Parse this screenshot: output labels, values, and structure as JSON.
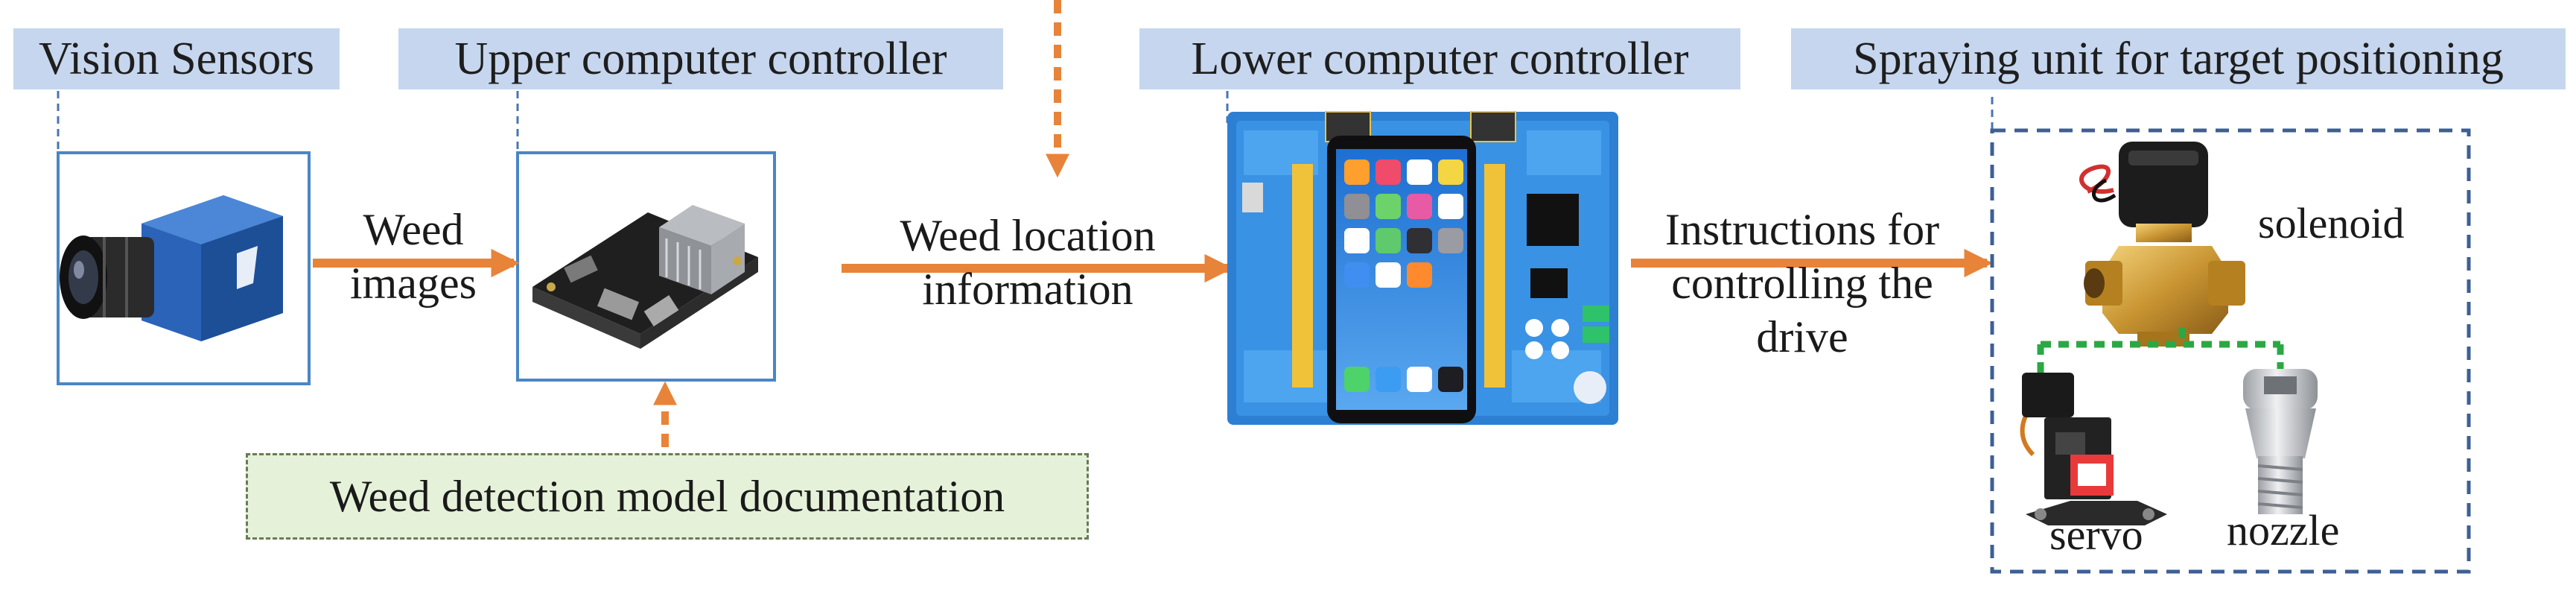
{
  "labels": {
    "vision_sensors": "Vision Sensors",
    "upper_controller": "Upper computer controller",
    "lower_controller": "Lower computer controller",
    "spraying_unit": "Spraying unit for target positioning"
  },
  "flows": {
    "weed_images": [
      "Weed",
      "images"
    ],
    "weed_location": [
      "Weed location",
      "information"
    ],
    "instructions": [
      "Instructions for",
      "controlling the",
      "drive"
    ]
  },
  "documentation": "Weed detection model documentation",
  "components": {
    "solenoid": "solenoid",
    "servo": "servo",
    "nozzle": "nozzle"
  },
  "colors": {
    "label_fill": "#c6d6ee",
    "box_border": "#4a86c5",
    "arrow": "#e8833a",
    "unit_border": "#3d5f95",
    "green_dash": "#2aa844",
    "doc_fill": "#e5f2d9"
  }
}
